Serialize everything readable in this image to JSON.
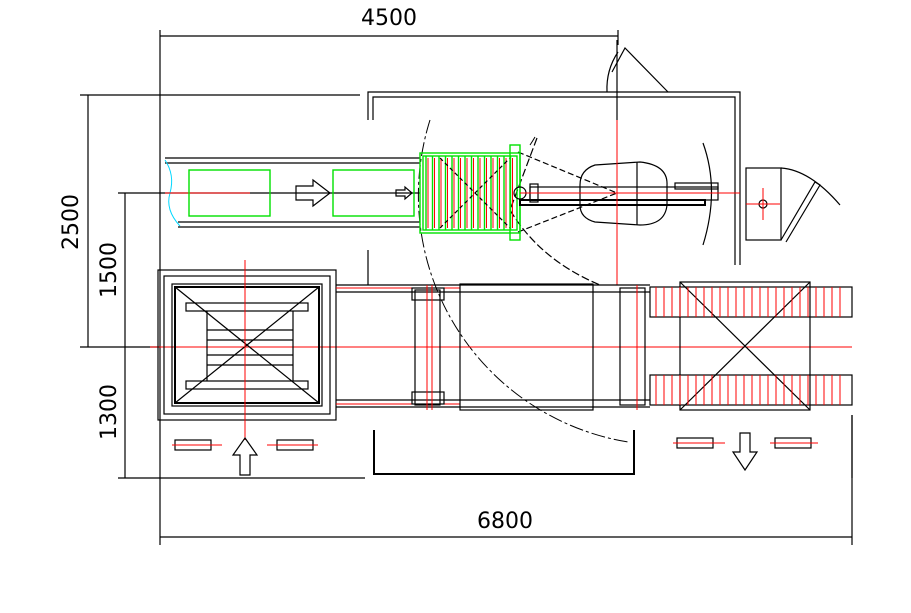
{
  "dimensions": {
    "top_width": "4500",
    "left_total_height": "2500",
    "left_upper_height": "1500",
    "left_lower_height": "1300",
    "bottom_total_width": "6800"
  },
  "colors": {
    "line": "#000000",
    "centerline": "#ff0000",
    "infeed_conveyor": "#00e000",
    "edge": "#00d8ff"
  }
}
